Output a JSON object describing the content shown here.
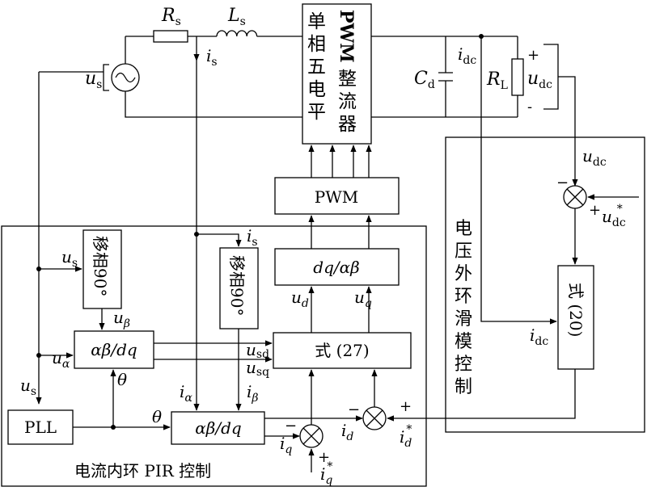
{
  "source": {
    "label": "u",
    "sub": "s"
  },
  "resistor": {
    "label": "R",
    "sub": "s"
  },
  "inductor": {
    "label": "L",
    "sub": "s"
  },
  "current_is": {
    "label": "i",
    "sub": "s"
  },
  "rectifier": {
    "chars_left": [
      "单",
      "相",
      "五",
      "电",
      "平"
    ],
    "pwm": "PWM",
    "chars_right": [
      "整",
      "流",
      "器"
    ]
  },
  "capacitor": {
    "label": "C",
    "sub": "d"
  },
  "load": {
    "label": "R",
    "sub": "L"
  },
  "dc_current": {
    "label": "i",
    "sub": "dc"
  },
  "dc_voltage": {
    "label": "u",
    "sub": "dc",
    "plus": "+",
    "minus": "-"
  },
  "pwm_block": {
    "label": "PWM"
  },
  "dq_ab_block": {
    "label": "dq/αβ"
  },
  "eq27_block": {
    "label": "式 (27)"
  },
  "ab_dq_upper": {
    "label": "αβ/dq"
  },
  "ab_dq_lower": {
    "label": "αβ/dq"
  },
  "phase_shift_u": {
    "label": "移相90°"
  },
  "phase_shift_i": {
    "label": "移相90°"
  },
  "pll_block": {
    "label": "PLL"
  },
  "eq20_block": {
    "label": "式 (20)"
  },
  "signals": {
    "us_left": {
      "label": "u",
      "sub": "s"
    },
    "us_to_shift": {
      "label": "u",
      "sub": "s"
    },
    "u_beta": {
      "label": "u",
      "sub": "β"
    },
    "u_alpha": {
      "label": "u",
      "sub": "α"
    },
    "theta_1": {
      "label": "θ"
    },
    "theta_2": {
      "label": "θ"
    },
    "is_to_shift": {
      "label": "i",
      "sub": "s"
    },
    "i_alpha": {
      "label": "i",
      "sub": "α"
    },
    "i_beta": {
      "label": "i",
      "sub": "β"
    },
    "usd": {
      "label": "u",
      "sub": "sd"
    },
    "usq": {
      "label": "u",
      "sub": "sq"
    },
    "ud": {
      "label": "u",
      "sub": "d"
    },
    "uq": {
      "label": "u",
      "sub": "q"
    },
    "id": {
      "label": "i",
      "sub": "d"
    },
    "iq": {
      "label": "i",
      "sub": "q"
    },
    "id_ref": {
      "label": "i",
      "sub": "d",
      "sup": "*"
    },
    "iq_ref": {
      "label": "i",
      "sub": "q",
      "sup": "*"
    },
    "udc_fb": {
      "label": "u",
      "sub": "dc"
    },
    "udc_ref": {
      "label": "u",
      "sub": "dc",
      "sup": "*"
    },
    "idc_fb": {
      "label": "i",
      "sub": "dc"
    }
  },
  "summers": {
    "voltage": {
      "minus": "−",
      "plus": "+"
    },
    "id": {
      "minus": "−",
      "plus": "+"
    },
    "iq": {
      "minus": "−",
      "plus": "+"
    }
  },
  "outer_loop_label": [
    "电",
    "压",
    "外",
    "环",
    "滑",
    "模",
    "控",
    "制"
  ],
  "inner_loop_label": "电流内环 PIR 控制"
}
